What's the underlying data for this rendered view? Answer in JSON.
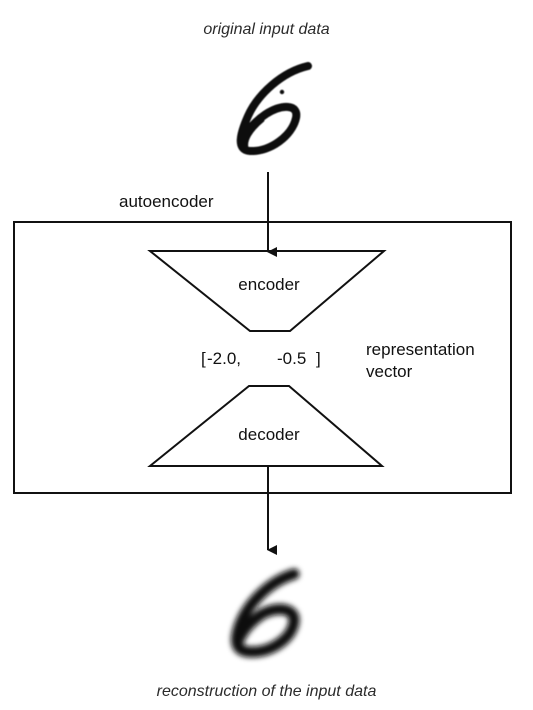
{
  "top_caption": "original input data",
  "bottom_caption": "reconstruction of the input data",
  "autoencoder_label": "autoencoder",
  "encoder_label": "encoder",
  "decoder_label": "decoder",
  "vector": {
    "open": "[",
    "value_1": "-2.0,",
    "value_2": "-0.5",
    "close": "]"
  },
  "representation_label": {
    "line1": "representation",
    "line2": "vector"
  },
  "colors": {
    "stroke": "#111111",
    "ink": "#0d0d0d",
    "caption": "#2b2b2b",
    "background": "#ffffff"
  },
  "images": {
    "input_digit": "handwritten-digit-6",
    "output_digit": "blurry-reconstructed-digit-6"
  }
}
